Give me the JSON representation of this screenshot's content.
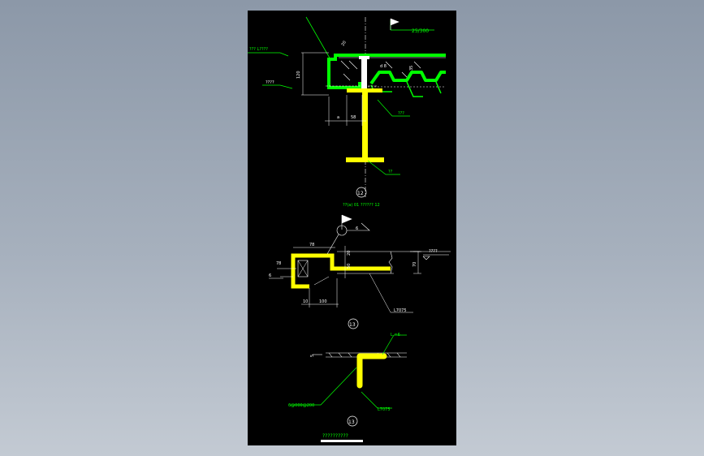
{
  "labels": {
    "top_slope": "25/300",
    "left_note": "??? L????",
    "left_level": "????",
    "dim_120": "120",
    "dim_20": "20",
    "dim_58": "58",
    "dim_a": "a",
    "dim_d8": "d 8",
    "dim_35": "35",
    "ref_deck": "???",
    "ref_beam": "??",
    "detail1_no": "12",
    "detail1_note": "??(a) 01  ?????? 12",
    "flag_num": "6",
    "dim_78a": "78",
    "dim_78b": "78",
    "dim_20b": "20",
    "dim_50": "50",
    "dim_6": "6",
    "dim_70": "70",
    "dim_10": "10",
    "dim_100": "100",
    "right_level": "????",
    "angle_label": "L7075",
    "detail2_no": "13",
    "plate_note": "L =6",
    "dim_5": "5",
    "rebar_note": "6@000@200",
    "angle_label2": "L7075",
    "detail3_no": "13",
    "bottom_caption": "??????????"
  },
  "colors": {
    "green": "#00ff00",
    "yellow": "#ffff00",
    "white": "#ffffff",
    "background": "#000000"
  }
}
